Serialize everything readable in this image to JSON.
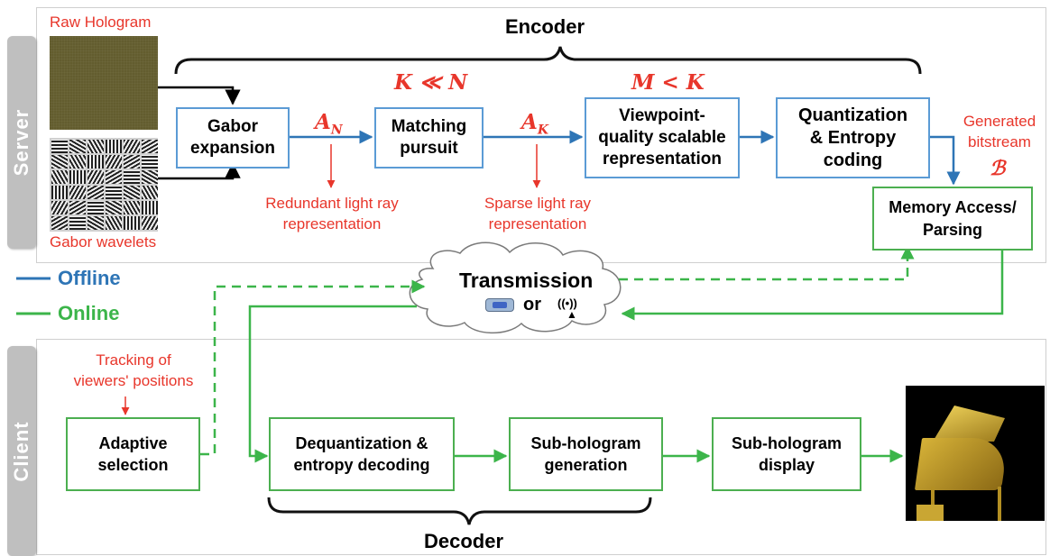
{
  "panels": {
    "server": {
      "label": "Server"
    },
    "client": {
      "label": "Client"
    }
  },
  "encoder_title": "Encoder",
  "decoder_title": "Decoder",
  "inputs": {
    "raw_hologram": "Raw Hologram",
    "gabor_wavelets": "Gabor wavelets"
  },
  "nodes": {
    "gabor": "Gabor\nexpansion",
    "matching": "Matching\npursuit",
    "viewpoint": "Viewpoint-\nquality scalable\nrepresentation",
    "quantization": "Quantization\n& Entropy\ncoding",
    "memory": "Memory Access/\nParsing",
    "adaptive": "Adaptive\nselection",
    "dequant": "Dequantization &\nentropy decoding",
    "subgen": "Sub-hologram\ngeneration",
    "subdisp": "Sub-hologram\ndisplay"
  },
  "math": {
    "a_n": {
      "base": "A",
      "sub": "N"
    },
    "a_k": {
      "base": "A",
      "sub": "K"
    },
    "k_ll_n": "K ≪ N",
    "m_lt_k": "M < K",
    "script_b": "ℬ"
  },
  "annotations": {
    "redundant": "Redundant light ray\nrepresentation",
    "sparse": "Sparse light ray\nrepresentation",
    "generated": "Generated\nbitstream",
    "tracking": "Tracking of\nviewers' positions"
  },
  "transmission": {
    "title": "Transmission",
    "or": "or",
    "wired_icon": "serial-port-icon",
    "wireless_icon": "wireless-antenna-icon"
  },
  "legend": {
    "offline": {
      "label": "Offline",
      "color": "#2e75b6"
    },
    "online": {
      "label": "Online",
      "color": "#3cb54a"
    }
  },
  "colors": {
    "offline_flow": "#2e75b6",
    "online_flow": "#3cb54a",
    "annotation": "#e8362b",
    "node_blue_border": "#5b9bd5",
    "node_green_border": "#4caf50"
  }
}
